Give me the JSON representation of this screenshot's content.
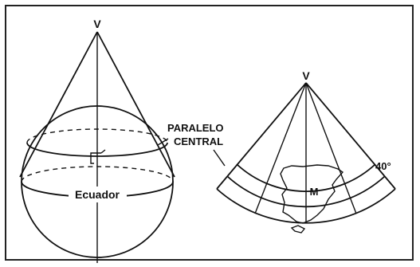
{
  "diagram": {
    "left": {
      "vertex_label": "V",
      "equator_label": "Ecuador"
    },
    "right": {
      "vertex_label": "V",
      "center_label": "M",
      "latitude_label": "40°"
    },
    "callout_label_line1": "PARALELO",
    "callout_label_line2": "CENTRAL"
  }
}
